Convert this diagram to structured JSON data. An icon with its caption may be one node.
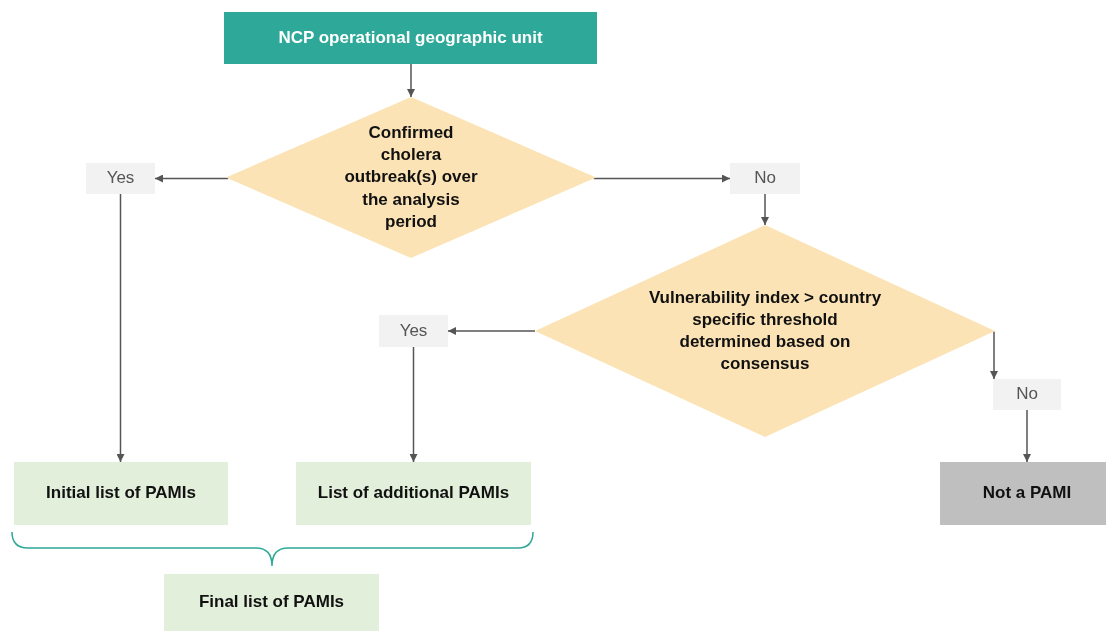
{
  "diagram": {
    "nodes": [
      {
        "text": [
          "NCP operational geographic unit"
        ]
      },
      {
        "text": [
          "Confirmed cholera outbreak(s) over the analysis period"
        ]
      },
      {
        "text": [
          "Yes"
        ]
      },
      {
        "text": [
          "No"
        ]
      },
      {
        "text": [
          "Vulnerability index > country specific threshold determined based on consensus"
        ]
      },
      {
        "text": [
          "Yes"
        ]
      },
      {
        "text": [
          "No"
        ]
      },
      {
        "text": [
          "Initial list of PAMIs"
        ]
      },
      {
        "text": [
          "List of additional PAMIs"
        ]
      },
      {
        "text": [
          "Not a PAMI"
        ]
      },
      {
        "text": [
          "Final list of PAMIs"
        ]
      }
    ],
    "edges": [
      {
        "from": 0,
        "to": 1,
        "arrow": "to"
      },
      {
        "from": 1,
        "to": 2,
        "arrow": "to"
      },
      {
        "from": 1,
        "to": 3,
        "arrow": "to"
      },
      {
        "from": 3,
        "to": 4,
        "arrow": "to"
      },
      {
        "from": 4,
        "to": 5,
        "arrow": "to"
      },
      {
        "from": 4,
        "to": 6,
        "arrow": "to"
      },
      {
        "from": 2,
        "to": 7,
        "arrow": "to"
      },
      {
        "from": 5,
        "to": 8,
        "arrow": "to"
      },
      {
        "from": 6,
        "to": 9,
        "arrow": "to"
      }
    ]
  }
}
